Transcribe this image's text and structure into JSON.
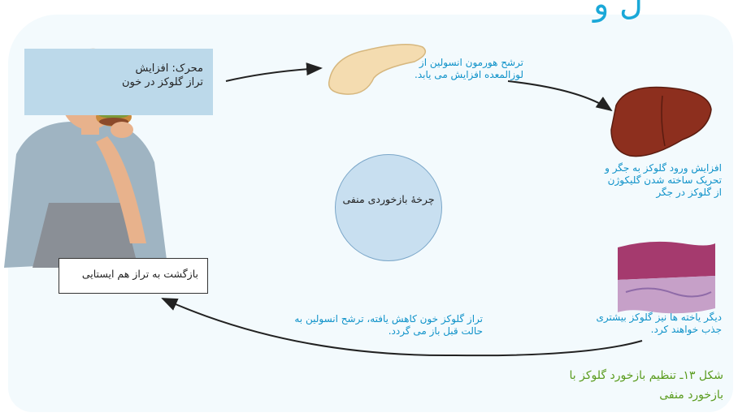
{
  "figure": {
    "corner_glyph": "ل و",
    "trigger_label": "محرک: افزایش تراز گلوکز در خون",
    "step_pancreas": "ترشح هورمون انسولین از لوزالمعده افزایش می یابد.",
    "step_liver": "افزایش ورود گلوکز به جگر و تحریک ساخته شدن گلیکوژن از گلوکز در جگر",
    "step_tissue": "دیگر یاخته ها نیز گلوکز بیشتری جذب خواهند کرد.",
    "step_return": "تراز گلوکز خون کاهش یافته، ترشح انسولین به حالت قبل باز می گردد.",
    "return_label": "بازگشت به تراز هم ایستایی",
    "cycle_label": "چرخهٔ بازخوردی منفی",
    "caption_line1": "شکل ۱۳ـ تنظیم بازخورد گلوکز با",
    "caption_line2": "بازخورد منفی"
  },
  "colors": {
    "accent": "#0f92c9",
    "caption": "#5a9c1e",
    "trigger_box": "#bcd9ea",
    "circle": "#c8dff0"
  }
}
